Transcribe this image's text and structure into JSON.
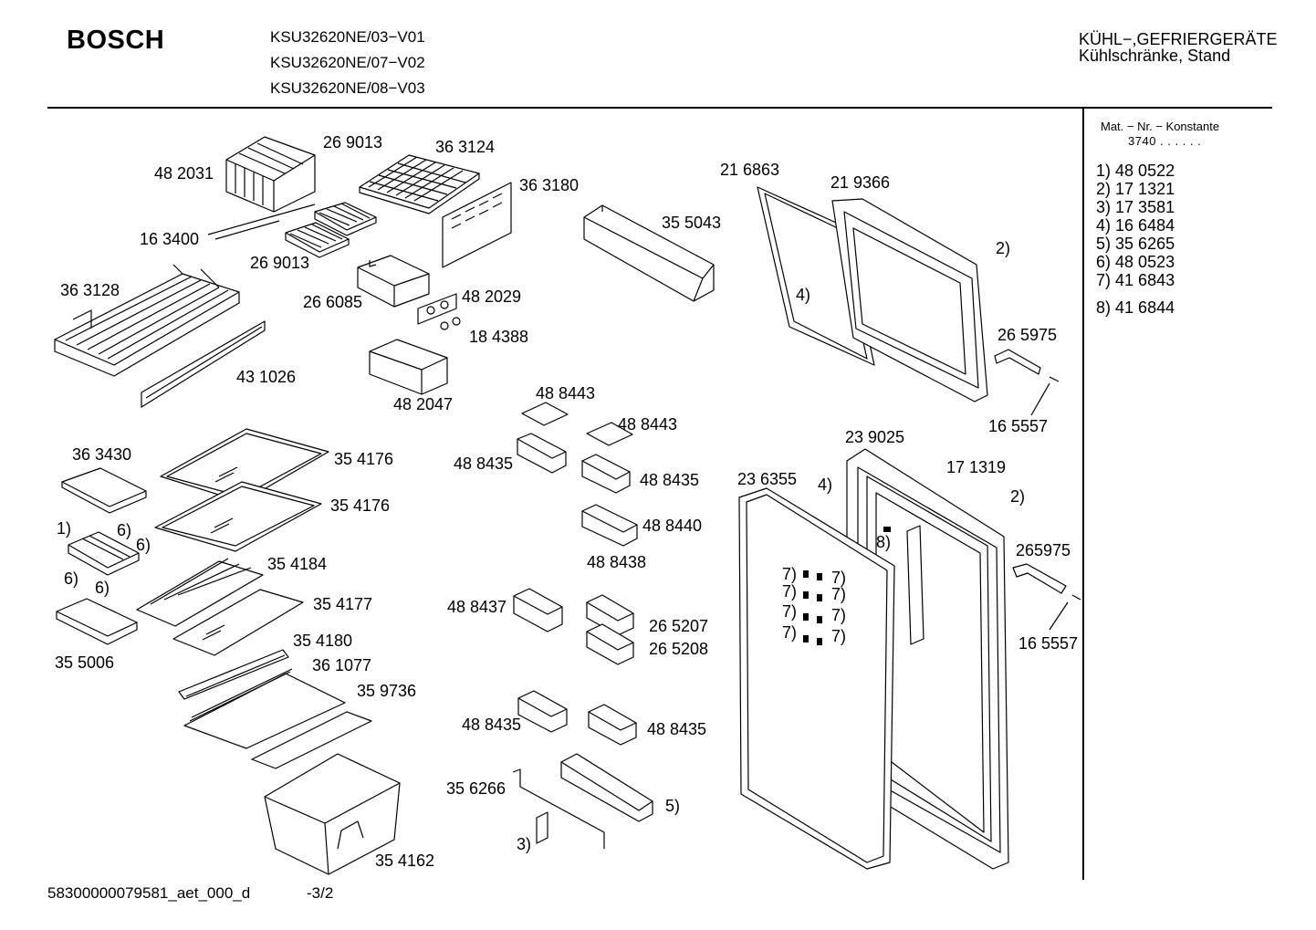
{
  "header": {
    "brand": "BOSCH",
    "models": [
      "KSU32620NE/03−V01",
      "KSU32620NE/07−V02",
      "KSU32620NE/08−V03"
    ],
    "category_line1": "KÜHL−,GEFRIERGERÄTE",
    "category_line2": "Kühlschränke, Stand"
  },
  "sidebar": {
    "mat_title": "Mat. − Nr. − Konstante",
    "mat_value": "3740  .  .    .  .  .  .",
    "refs": [
      {
        "key": "1)",
        "value": "48 0522"
      },
      {
        "key": "2)",
        "value": "17 1321"
      },
      {
        "key": "3)",
        "value": "17 3581"
      },
      {
        "key": "4)",
        "value": "16 6484"
      },
      {
        "key": "5)",
        "value": "35 6265"
      },
      {
        "key": "6)",
        "value": "48 0523"
      },
      {
        "key": "7)",
        "value": "41 6843"
      },
      {
        "key": "8)",
        "value": "41 6844"
      }
    ]
  },
  "parts": [
    "48 2031",
    "26 9013",
    "36 3124",
    "36 3180",
    "16 3400",
    "26 9013",
    "36 3128",
    "26 6085",
    "48 2029",
    "18 4388",
    "43 1026",
    "48 2047",
    "35 5043",
    "21 6863",
    "21 9366",
    "2)",
    "4)",
    "26 5975",
    "16 5557",
    "36 3430",
    "35 4176",
    "35 4176",
    "1)",
    "6)",
    "6)",
    "6)",
    "6)",
    "35 4184",
    "35 4177",
    "35 4180",
    "35 5006",
    "36 1077",
    "35 9736",
    "35 4162",
    "48 8443",
    "48 8443",
    "48 8435",
    "48 8435",
    "48 8440",
    "48 8438",
    "48 8437",
    "26 5207",
    "26 5208",
    "48 8435",
    "48 8435",
    "35 6266",
    "5)",
    "3)",
    "23 9025",
    "17 1319",
    "23 6355",
    "4)",
    "2)",
    "8)",
    "265975",
    "7)",
    "7)",
    "7)",
    "7)",
    "7)",
    "7)",
    "7)",
    "7)",
    "16 5557"
  ],
  "footer": {
    "doc_id": "58300000079581_aet_000_d",
    "page": "-3/2"
  }
}
